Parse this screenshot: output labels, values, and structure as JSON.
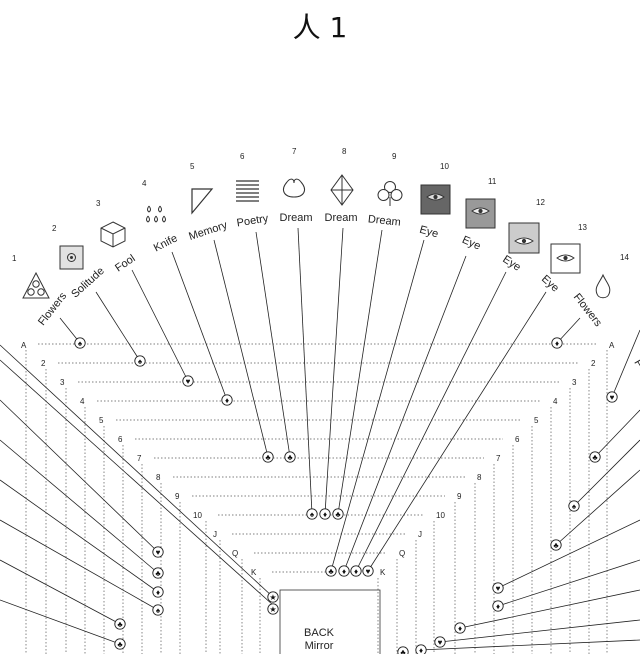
{
  "title": "人 1",
  "columns": [
    {
      "num": "1",
      "label": "Flowers",
      "icon": "triangle-circles-icon"
    },
    {
      "num": "2",
      "label": "Solitude",
      "icon": "square-dot-icon"
    },
    {
      "num": "3",
      "label": "Fool",
      "icon": "cube-icon"
    },
    {
      "num": "4",
      "label": "Knife",
      "icon": "drops-icon"
    },
    {
      "num": "5",
      "label": "Memory",
      "icon": "right-triangle-icon"
    },
    {
      "num": "6",
      "label": "Poetry",
      "icon": "lines-icon"
    },
    {
      "num": "7",
      "label": "Dream",
      "icon": "heart-outline-icon"
    },
    {
      "num": "8",
      "label": "Dream",
      "icon": "kite-icon"
    },
    {
      "num": "9",
      "label": "Dream",
      "icon": "club-outline-icon"
    },
    {
      "num": "10",
      "label": "Eye",
      "icon": "eye-dark-square-icon"
    },
    {
      "num": "11",
      "label": "Eye",
      "icon": "eye-mid-square-icon"
    },
    {
      "num": "12",
      "label": "Eye",
      "icon": "eye-light-square-icon"
    },
    {
      "num": "13",
      "label": "Eye",
      "icon": "eye-white-square-icon"
    },
    {
      "num": "14",
      "label": "Flowers",
      "icon": "drop-outline-icon"
    }
  ],
  "rows": [
    "A",
    "2",
    "3",
    "4",
    "5",
    "6",
    "7",
    "8",
    "9",
    "10",
    "J",
    "Q",
    "K"
  ],
  "center_label": "BACK",
  "center_sublabel": "Mirror",
  "cut_label": "F",
  "colors": {
    "stroke": "#333333",
    "dark": "#666666",
    "mid": "#999999",
    "light": "#cccccc"
  }
}
